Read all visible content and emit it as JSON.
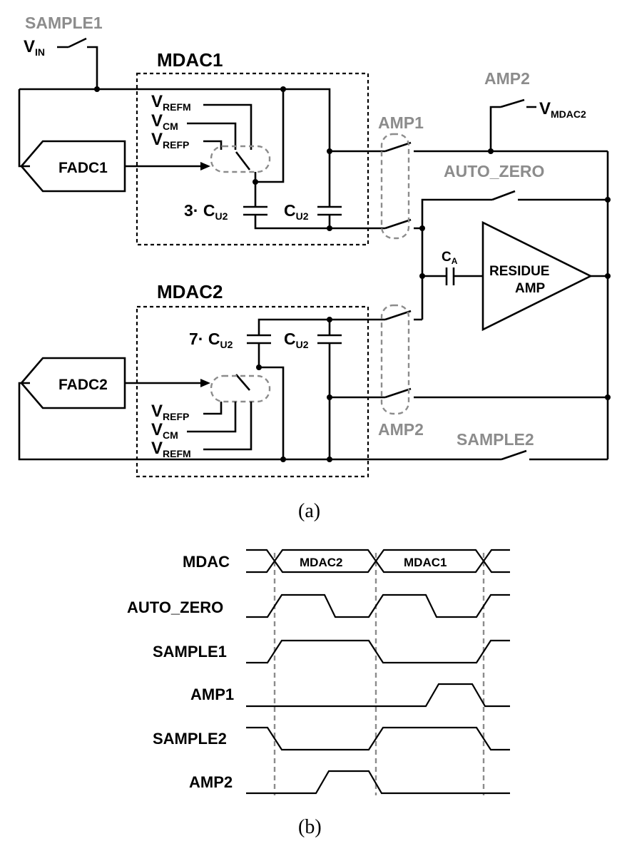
{
  "circuit": {
    "mdac1": "MDAC1",
    "mdac2": "MDAC2",
    "fadc1": "FADC1",
    "fadc2": "FADC2",
    "sample1": "SAMPLE1",
    "sample2": "SAMPLE2",
    "amp1": "AMP1",
    "amp2_top": "AMP2",
    "amp2_bottom": "AMP2",
    "auto_zero": "AUTO_ZERO",
    "residue_amp_line1": "RESIDUE",
    "residue_amp_line2": "AMP",
    "vin": {
      "base": "V",
      "sub": "IN"
    },
    "vmdac2": {
      "base": "V",
      "sub": "MDAC2"
    },
    "ca": {
      "base": "C",
      "sub": "A"
    },
    "mdac1_refs": [
      {
        "base": "V",
        "sub": "REFM"
      },
      {
        "base": "V",
        "sub": "CM"
      },
      {
        "base": "V",
        "sub": "REFP"
      }
    ],
    "mdac2_refs": [
      {
        "base": "V",
        "sub": "REFP"
      },
      {
        "base": "V",
        "sub": "CM"
      },
      {
        "base": "V",
        "sub": "REFM"
      }
    ],
    "cap_3cu2": {
      "prefix": "3· C",
      "sub": "U2"
    },
    "cap_cu2_1": {
      "base": "C",
      "sub": "U2"
    },
    "cap_7cu2": {
      "prefix": "7· C",
      "sub": "U2"
    },
    "cap_cu2_2": {
      "base": "C",
      "sub": "U2"
    },
    "caption": "(a)"
  },
  "timing": {
    "signals": [
      "MDAC",
      "AUTO_ZERO",
      "SAMPLE1",
      "AMP1",
      "SAMPLE2",
      "AMP2"
    ],
    "bus_labels": [
      "MDAC2",
      "MDAC1"
    ],
    "caption": "(b)"
  }
}
